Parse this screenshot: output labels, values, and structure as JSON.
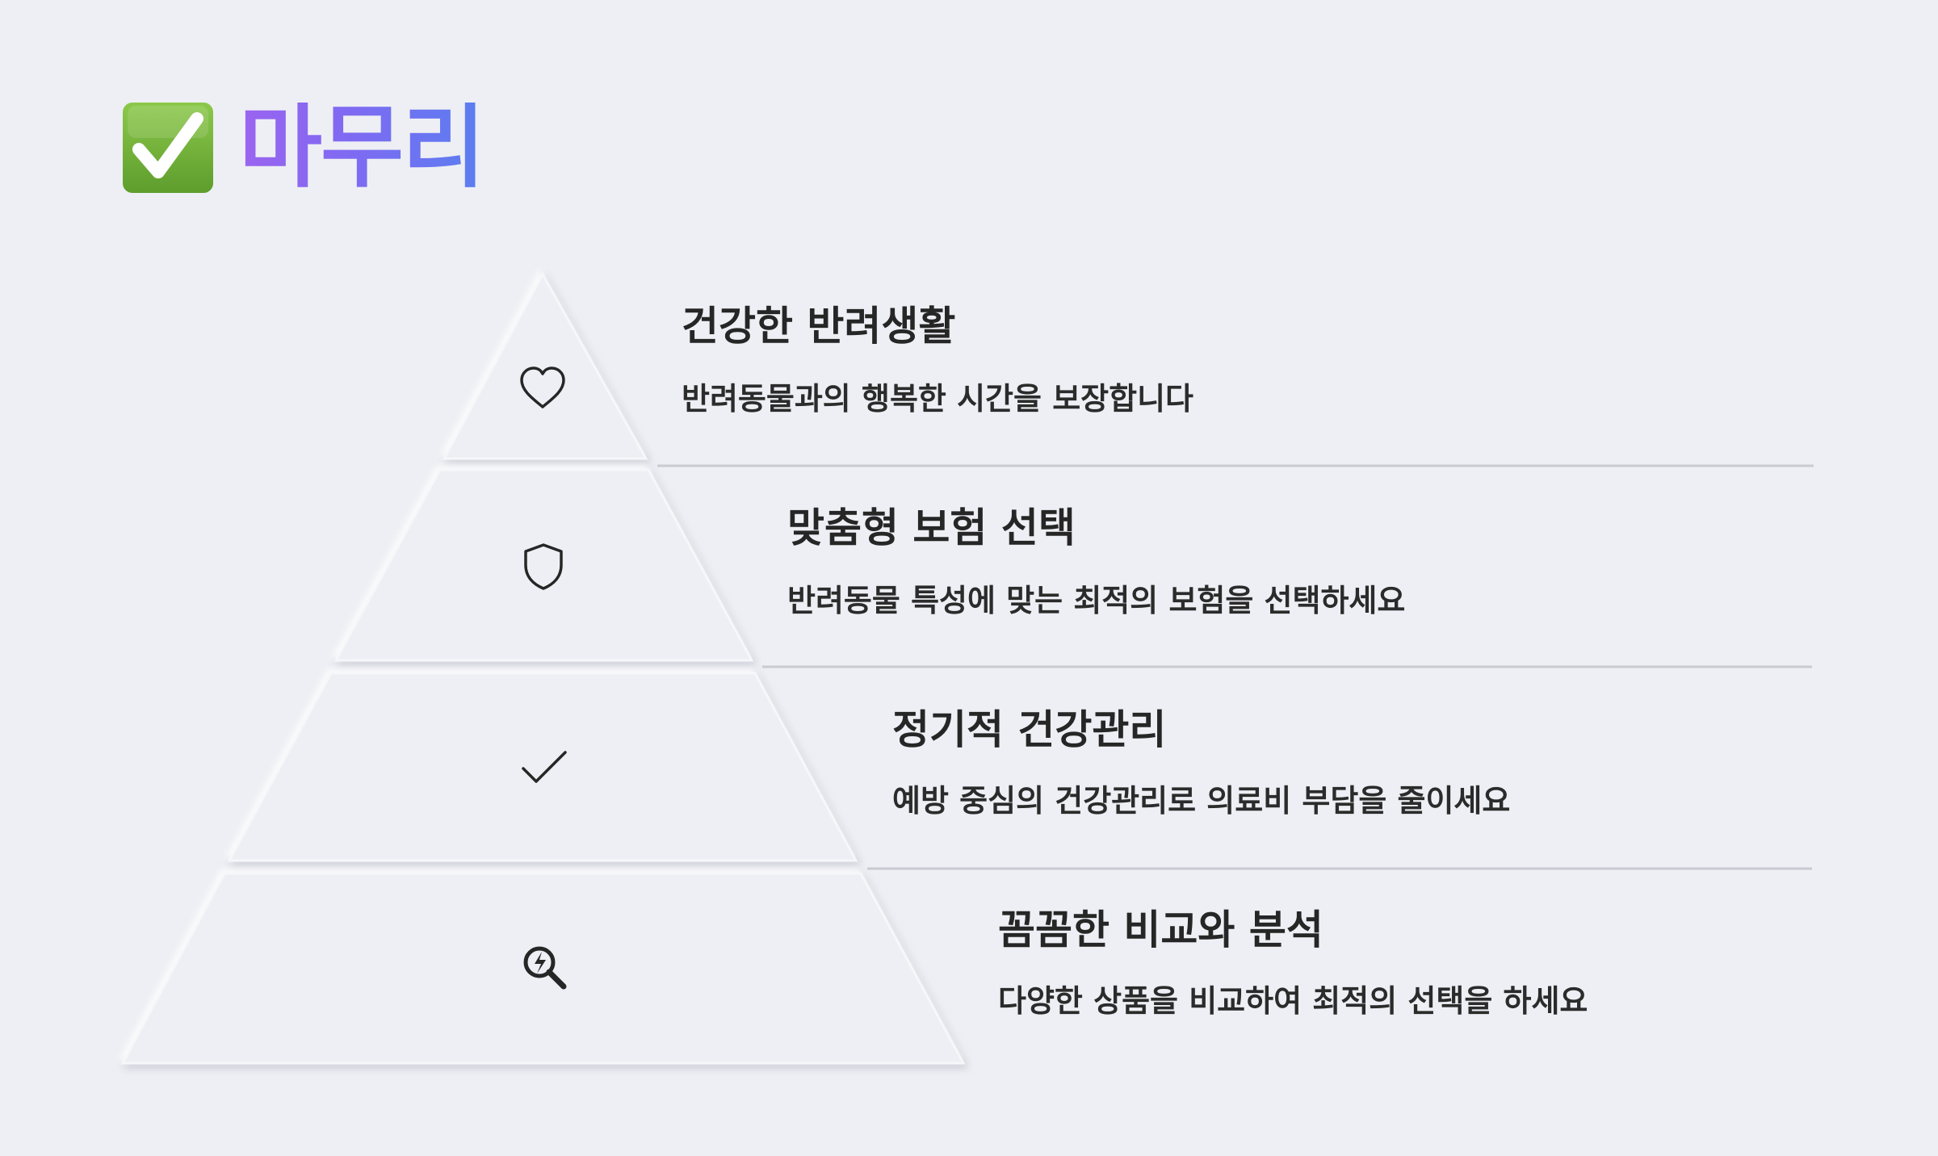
{
  "header": {
    "title_icon": "check-mark-button-icon",
    "title": "마무리"
  },
  "levels": [
    {
      "icon": "heart-icon",
      "title": "건강한 반려생활",
      "description": "반려동물과의 행복한 시간을 보장합니다"
    },
    {
      "icon": "shield-icon",
      "title": "맞춤형 보험 선택",
      "description": "반려동물 특성에 맞는 최적의 보험을 선택하세요"
    },
    {
      "icon": "check-icon",
      "title": "정기적 건강관리",
      "description": "예방 중심의 건강관리로 의료비 부담을 줄이세요"
    },
    {
      "icon": "search-analysis-icon",
      "title": "꼼꼼한 비교와 분석",
      "description": "다양한 상품을 비교하여 최적의 선택을 하세요"
    }
  ],
  "colors": {
    "background": "#eeeff4",
    "title_gradient_start": "#9b63f0",
    "title_gradient_end": "#5a7ef0",
    "text": "#262626",
    "divider": "#c9cad2",
    "check_green": "#78b83e"
  }
}
